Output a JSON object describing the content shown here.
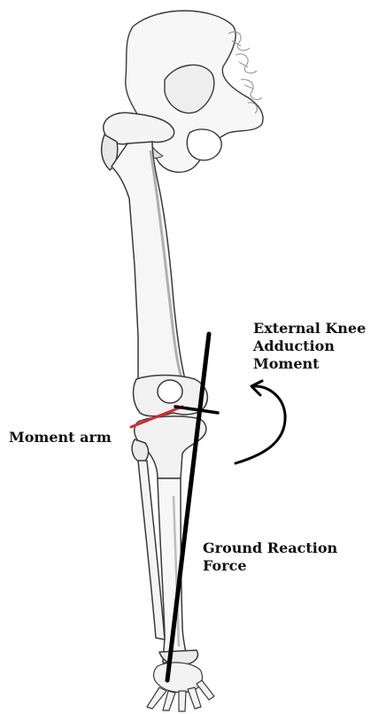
{
  "labels": {
    "external_knee_adduction_moment": [
      "External Knee",
      "Adduction",
      "Moment"
    ],
    "ground_reaction_force": [
      "Ground Reaction",
      "Force"
    ],
    "moment_arm": "Moment arm"
  },
  "colors": {
    "moment_arm": "#d42a2a",
    "force_line": "#000000",
    "bone_outline": "#3a3a3a",
    "bone_shade": "#c9c9c9"
  }
}
